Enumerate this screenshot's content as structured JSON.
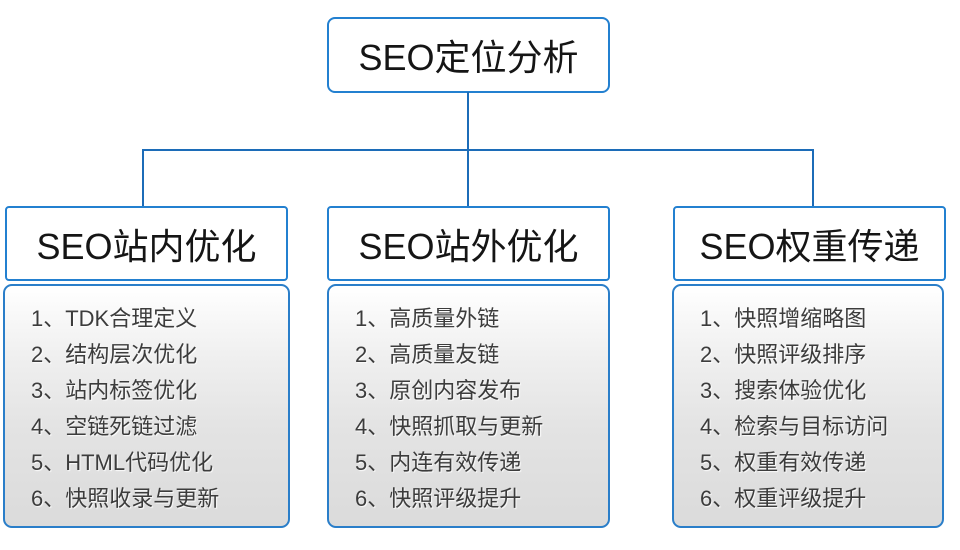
{
  "diagram": {
    "root": {
      "label": "SEO定位分析"
    },
    "columns": [
      {
        "title": "SEO站内优化",
        "items": [
          "1、TDK合理定义",
          "2、结构层次优化",
          "3、站内标签优化",
          "4、空链死链过滤",
          "5、HTML代码优化",
          "6、快照收录与更新"
        ]
      },
      {
        "title": "SEO站外优化",
        "items": [
          "1、高质量外链",
          "2、高质量友链",
          "3、原创内容发布",
          "4、快照抓取与更新",
          "5、内连有效传递",
          "6、快照评级提升"
        ]
      },
      {
        "title": "SEO权重传递",
        "items": [
          "1、快照增缩略图",
          "2、快照评级排序",
          "3、搜索体验优化",
          "4、检索与目标访问",
          "5、权重有效传递",
          "6、权重评级提升"
        ]
      }
    ],
    "colors": {
      "box_border_blue": "#2380d0",
      "panel_border_blue": "#2a7ec9",
      "connector_blue": "#1c6cb8",
      "header_text": "#151515",
      "item_text": "#3c3c3c",
      "panel_gradient_top": "#ffffff",
      "panel_gradient_bottom": "#dbdbdb"
    }
  }
}
